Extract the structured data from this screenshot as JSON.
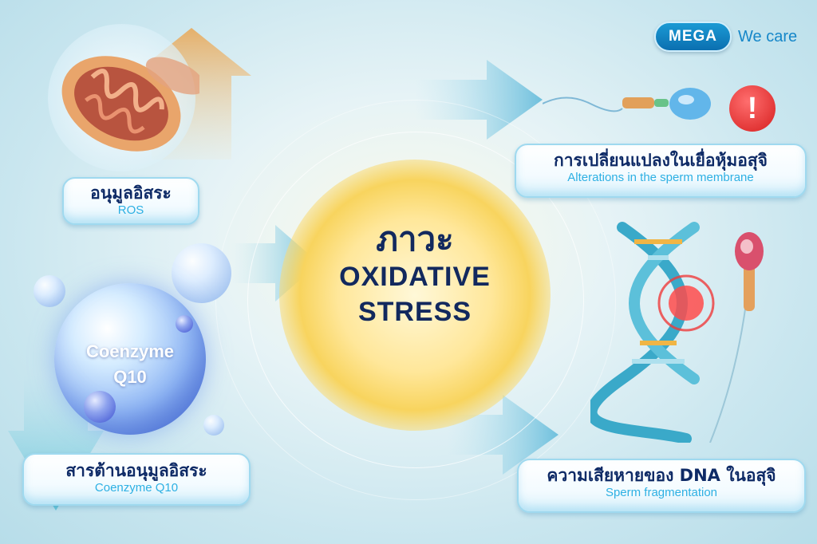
{
  "logo": {
    "brand": "MEGA",
    "tagline": "We care"
  },
  "center": {
    "line1": "ภาวะ",
    "line2": "OXIDATIVE",
    "line3": "STRESS"
  },
  "ros": {
    "thai": "อนุมูลอิสระ",
    "en": "ROS"
  },
  "coq10": {
    "thai": "สารต้านอนุมูลอิสระ",
    "en": "Coenzyme Q10",
    "bubble_line1": "Coenzyme",
    "bubble_line2": "Q10"
  },
  "membrane": {
    "thai": "การเปลี่ยนแปลงในเยื่อหุ้มอสุจิ",
    "en": "Alterations in the sperm membrane",
    "warning": "!"
  },
  "dna": {
    "thai": "ความเสียหายของ DNA ในอสุจิ",
    "en": "Sperm fragmentation"
  },
  "colors": {
    "navy": "#0e2a66",
    "cyan": "#2db0e3",
    "arrow": "#7cc6e0",
    "alert": "#e02424"
  }
}
